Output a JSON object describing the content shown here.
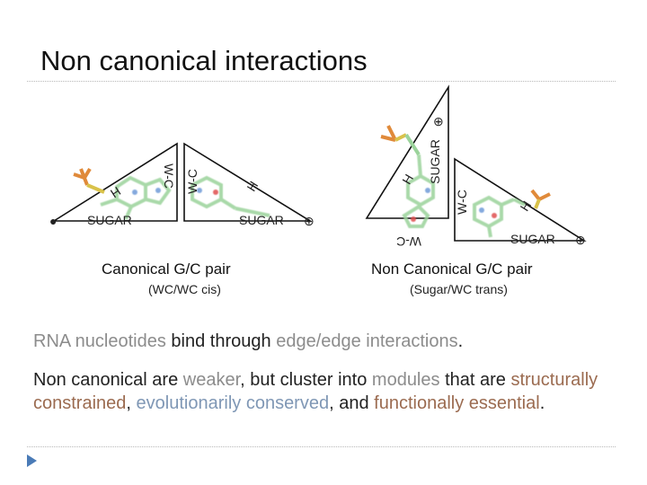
{
  "slide": {
    "title": "Non canonical interactions"
  },
  "diagram": {
    "left_panel": {
      "edge_labels": {
        "wc_left": "W-C",
        "h_left": "H",
        "wc_right": "W-C",
        "h_right": "H",
        "sugar_left": "SUGAR",
        "sugar_right": "SUGAR"
      },
      "symbols": {
        "cis_marker": "●",
        "trans_marker": "⊕"
      },
      "caption": "Canonical G/C pair",
      "subcaption": "(WC/WC cis)"
    },
    "right_panel": {
      "edge_labels": {
        "h_top": "H",
        "sugar_top": "SUGAR",
        "wc_bottom_flipped": "W-C",
        "wc_right": "W-C",
        "h_right": "H",
        "sugar_right": "SUGAR"
      },
      "symbols": {
        "trans_marker_top": "⊕",
        "trans_marker_right": "⊕"
      },
      "caption": "Non Canonical G/C pair",
      "subcaption": "(Sugar/WC trans)"
    }
  },
  "body_text": {
    "line1_part1": "RNA nucleotides",
    "line1_part2": " bind through ",
    "line1_part3": "edge/edge interactions",
    "line1_part4": ".",
    "p2_part1": "Non canonical are ",
    "p2_weaker": "weaker",
    "p2_part2": ", but cluster into ",
    "p2_modules": "modules",
    "p2_part3": " that are ",
    "p2_constrained": "structurally constrained",
    "p2_part4": ", ",
    "p2_conserved": "evolutionarily conserved",
    "p2_part5": ", and ",
    "p2_essential": "functionally essential",
    "p2_part6": "."
  },
  "colors": {
    "accent_gray": "#8c8c8c",
    "accent_brown": "#9b6b50",
    "accent_blue": "#7f97b5",
    "bullet_blue": "#4a7bb7",
    "molecule_green": "#8fd08f",
    "phosphate_orange": "#e08a3a"
  },
  "icons": {
    "bullet": "triangle-bullet-icon"
  }
}
